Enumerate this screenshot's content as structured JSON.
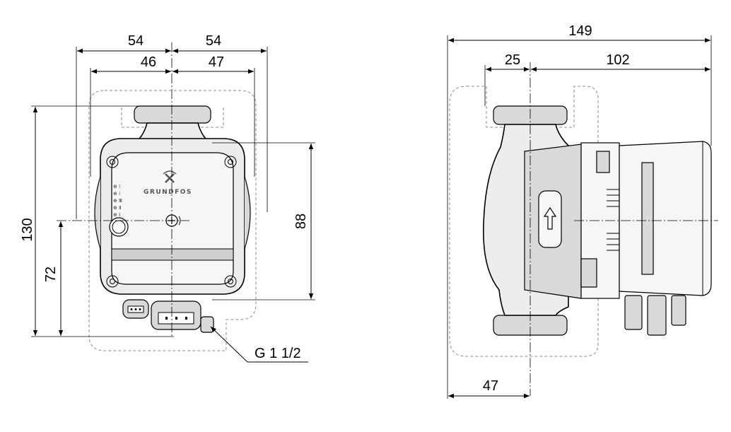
{
  "front_view": {
    "dim_top_left": "54",
    "dim_top_right": "54",
    "dim_inner_left": "46",
    "dim_inner_right": "47",
    "dim_height_total": "130",
    "dim_height_axis": "72",
    "dim_height_body": "88",
    "thread_label": "G 1 1/2",
    "logo_text": "GRUNDFOS"
  },
  "side_view": {
    "dim_total_length": "149",
    "dim_flange_offset": "25",
    "dim_motor_length": "102",
    "dim_bottom": "47"
  }
}
